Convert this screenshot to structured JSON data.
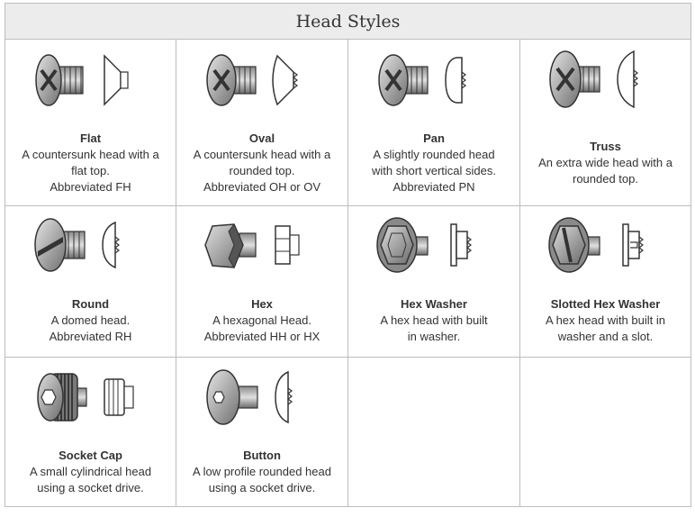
{
  "title": "Head Styles",
  "items": [
    {
      "name": "Flat",
      "lines": [
        "A countersunk head with a",
        "flat top.",
        "Abbreviated FH"
      ],
      "icon": "flat-head-screw-icon"
    },
    {
      "name": "Oval",
      "lines": [
        "A countersunk head with a",
        "rounded top.",
        "Abbreviated OH or OV"
      ],
      "icon": "oval-head-screw-icon"
    },
    {
      "name": "Pan",
      "lines": [
        "A slightly rounded head",
        "with short vertical sides.",
        "Abbreviated PN"
      ],
      "icon": "pan-head-screw-icon"
    },
    {
      "name": "Truss",
      "lines": [
        "An extra wide head with a",
        "rounded top."
      ],
      "icon": "truss-head-screw-icon"
    },
    {
      "name": "Round",
      "lines": [
        "A domed head.",
        "Abbreviated RH"
      ],
      "icon": "round-head-screw-icon"
    },
    {
      "name": "Hex",
      "lines": [
        "A hexagonal Head.",
        "Abbreviated HH or HX"
      ],
      "icon": "hex-head-bolt-icon"
    },
    {
      "name": "Hex Washer",
      "lines": [
        "A hex head with built",
        "in washer."
      ],
      "icon": "hex-washer-head-icon"
    },
    {
      "name": "Slotted Hex Washer",
      "lines": [
        "A hex head with built in",
        "washer and a slot."
      ],
      "icon": "slotted-hex-washer-head-icon"
    },
    {
      "name": "Socket Cap",
      "lines": [
        "A small cylindrical head",
        "using a socket drive."
      ],
      "icon": "socket-cap-screw-icon"
    },
    {
      "name": "Button",
      "lines": [
        "A low profile rounded head",
        "using a socket drive."
      ],
      "icon": "button-head-screw-icon"
    }
  ]
}
